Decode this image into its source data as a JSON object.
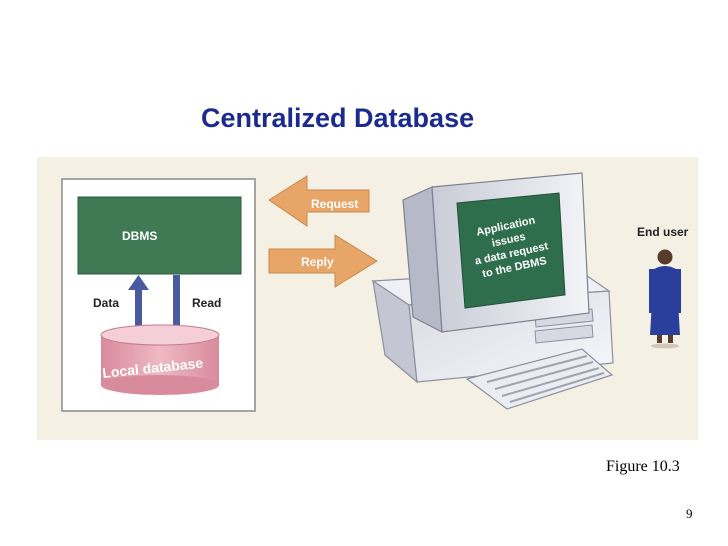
{
  "slide": {
    "title": "Centralized Database",
    "caption": "Figure 10.3",
    "page_number": "9"
  },
  "diagram": {
    "dbms_label": "DBMS",
    "data_label": "Data",
    "read_label": "Read",
    "database_label": "Local database",
    "request_label": "Request",
    "reply_label": "Reply",
    "screen_lines": [
      "Application",
      "issues",
      "a data request",
      "to the DBMS"
    ],
    "end_user_label": "End user"
  },
  "colors": {
    "title": "#1b2a8f",
    "panel": "#f5f0e4",
    "dbms_box": "#3f7a55",
    "database": "#e4a0ae",
    "arrow": "#e7a567",
    "screen": "#2f6e4c"
  }
}
